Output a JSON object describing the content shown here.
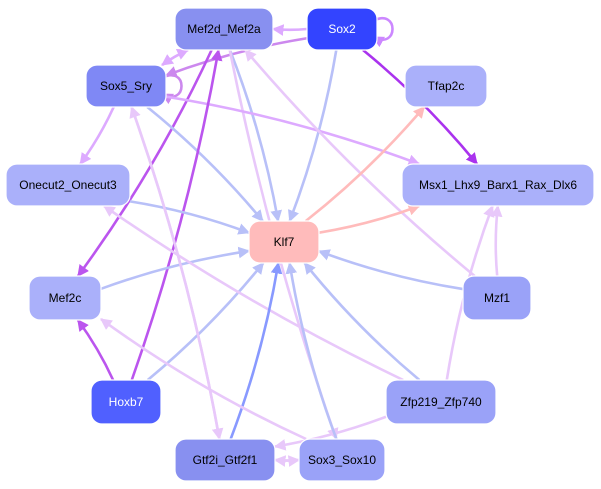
{
  "graph": {
    "title": "Gene regulatory network",
    "nodes": [
      {
        "id": "Sox2",
        "label": "Sox2",
        "fill": "#3344ff",
        "text_color": "#ffffff"
      },
      {
        "id": "Mef2d_Mef2a",
        "label": "Mef2d_Mef2a",
        "fill": "#8890f0",
        "text_color": "#000000"
      },
      {
        "id": "Sox5_Sry",
        "label": "Sox5_Sry",
        "fill": "#7f88f5",
        "text_color": "#000000"
      },
      {
        "id": "Tfap2c",
        "label": "Tfap2c",
        "fill": "#aab0fa",
        "text_color": "#000000"
      },
      {
        "id": "Msx1_Lhx9_Barx1_Rax_Dlx6",
        "label": "Msx1_Lhx9_Barx1_Rax_Dlx6",
        "fill": "#aab0fa",
        "text_color": "#000000"
      },
      {
        "id": "Onecut2_Onecut3",
        "label": "Onecut2_Onecut3",
        "fill": "#aab0fa",
        "text_color": "#000000"
      },
      {
        "id": "Klf7",
        "label": "Klf7",
        "fill": "#ffbbbb",
        "text_color": "#000000"
      },
      {
        "id": "Mef2c",
        "label": "Mef2c",
        "fill": "#aab0fa",
        "text_color": "#000000"
      },
      {
        "id": "Mzf1",
        "label": "Mzf1",
        "fill": "#9aa2f8",
        "text_color": "#000000"
      },
      {
        "id": "Hoxb7",
        "label": "Hoxb7",
        "fill": "#5060ff",
        "text_color": "#ffffff"
      },
      {
        "id": "Zfp219_Zfp740",
        "label": "Zfp219_Zfp740",
        "fill": "#9aa2f8",
        "text_color": "#000000"
      },
      {
        "id": "Gtf2i_Gtf2f1",
        "label": "Gtf2i_Gtf2f1",
        "fill": "#8890f0",
        "text_color": "#000000"
      },
      {
        "id": "Sox3_Sox10",
        "label": "Sox3_Sox10",
        "fill": "#9aa2f8",
        "text_color": "#000000"
      }
    ],
    "edges": [
      {
        "from": "Sox2",
        "to": "Sox2",
        "color": "#cc88ff",
        "type": "self"
      },
      {
        "from": "Sox2",
        "to": "Mef2d_Mef2a",
        "color": "#ddaaff"
      },
      {
        "from": "Sox2",
        "to": "Klf7",
        "color": "#b8c0f8"
      },
      {
        "from": "Sox2",
        "to": "Msx1_Lhx9_Barx1_Rax_Dlx6",
        "color": "#aa33ee"
      },
      {
        "from": "Sox2",
        "to": "Sox5_Sry",
        "color": "#cc88ee"
      },
      {
        "from": "Mef2d_Mef2a",
        "to": "Klf7",
        "color": "#b8c0f8"
      },
      {
        "from": "Mef2d_Mef2a",
        "to": "Mef2c",
        "color": "#bb55ee"
      },
      {
        "from": "Mef2d_Mef2a",
        "to": "Sox3_Sox10",
        "color": "#e8c8fa"
      },
      {
        "from": "Mef2d_Mef2a",
        "to": "Sox5_Sry",
        "color": "#ddaaff"
      },
      {
        "from": "Sox5_Sry",
        "to": "Sox5_Sry",
        "color": "#cc88ee",
        "type": "self"
      },
      {
        "from": "Sox5_Sry",
        "to": "Mef2d_Mef2a",
        "color": "#ddaaff"
      },
      {
        "from": "Sox5_Sry",
        "to": "Klf7",
        "color": "#b8c0f8"
      },
      {
        "from": "Sox5_Sry",
        "to": "Msx1_Lhx9_Barx1_Rax_Dlx6",
        "color": "#ddaaff"
      },
      {
        "from": "Sox5_Sry",
        "to": "Onecut2_Onecut3",
        "color": "#ddaaff"
      },
      {
        "from": "Sox5_Sry",
        "to": "Gtf2i_Gtf2f1",
        "color": "#e8c8fa"
      },
      {
        "from": "Hoxb7",
        "to": "Mef2d_Mef2a",
        "color": "#bb55ee"
      },
      {
        "from": "Hoxb7",
        "to": "Mef2c",
        "color": "#bb55ee"
      },
      {
        "from": "Hoxb7",
        "to": "Klf7",
        "color": "#b8c0f8"
      },
      {
        "from": "Onecut2_Onecut3",
        "to": "Klf7",
        "color": "#b8c0f8"
      },
      {
        "from": "Mef2c",
        "to": "Klf7",
        "color": "#b8c0f8"
      },
      {
        "from": "Mzf1",
        "to": "Klf7",
        "color": "#b8c0f8"
      },
      {
        "from": "Mzf1",
        "to": "Mef2d_Mef2a",
        "color": "#e8c8fa"
      },
      {
        "from": "Zfp219_Zfp740",
        "to": "Klf7",
        "color": "#b8c0f8"
      },
      {
        "from": "Zfp219_Zfp740",
        "to": "Msx1_Lhx9_Barx1_Rax_Dlx6",
        "color": "#e8c8fa"
      },
      {
        "from": "Zfp219_Zfp740",
        "to": "Onecut2_Onecut3",
        "color": "#e8c8fa"
      },
      {
        "from": "Zfp219_Zfp740",
        "to": "Gtf2i_Gtf2f1",
        "color": "#e8c8fa"
      },
      {
        "from": "Gtf2i_Gtf2f1",
        "to": "Klf7",
        "color": "#8899ff"
      },
      {
        "from": "Gtf2i_Gtf2f1",
        "to": "Sox3_Sox10",
        "color": "#e8c8fa"
      },
      {
        "from": "Gtf2i_Gtf2f1",
        "to": "Sox5_Sry",
        "color": "#e8c8fa"
      },
      {
        "from": "Sox3_Sox10",
        "to": "Klf7",
        "color": "#b8c0f8"
      },
      {
        "from": "Sox3_Sox10",
        "to": "Gtf2i_Gtf2f1",
        "color": "#e8c8fa"
      },
      {
        "from": "Sox3_Sox10",
        "to": "Mef2c",
        "color": "#e8c8fa"
      },
      {
        "from": "Klf7",
        "to": "Tfap2c",
        "color": "#ffbbbb"
      },
      {
        "from": "Klf7",
        "to": "Msx1_Lhx9_Barx1_Rax_Dlx6",
        "color": "#ffbbbb"
      },
      {
        "from": "Mzf1",
        "to": "Msx1_Lhx9_Barx1_Rax_Dlx6",
        "color": "#e8c8fa"
      }
    ]
  }
}
